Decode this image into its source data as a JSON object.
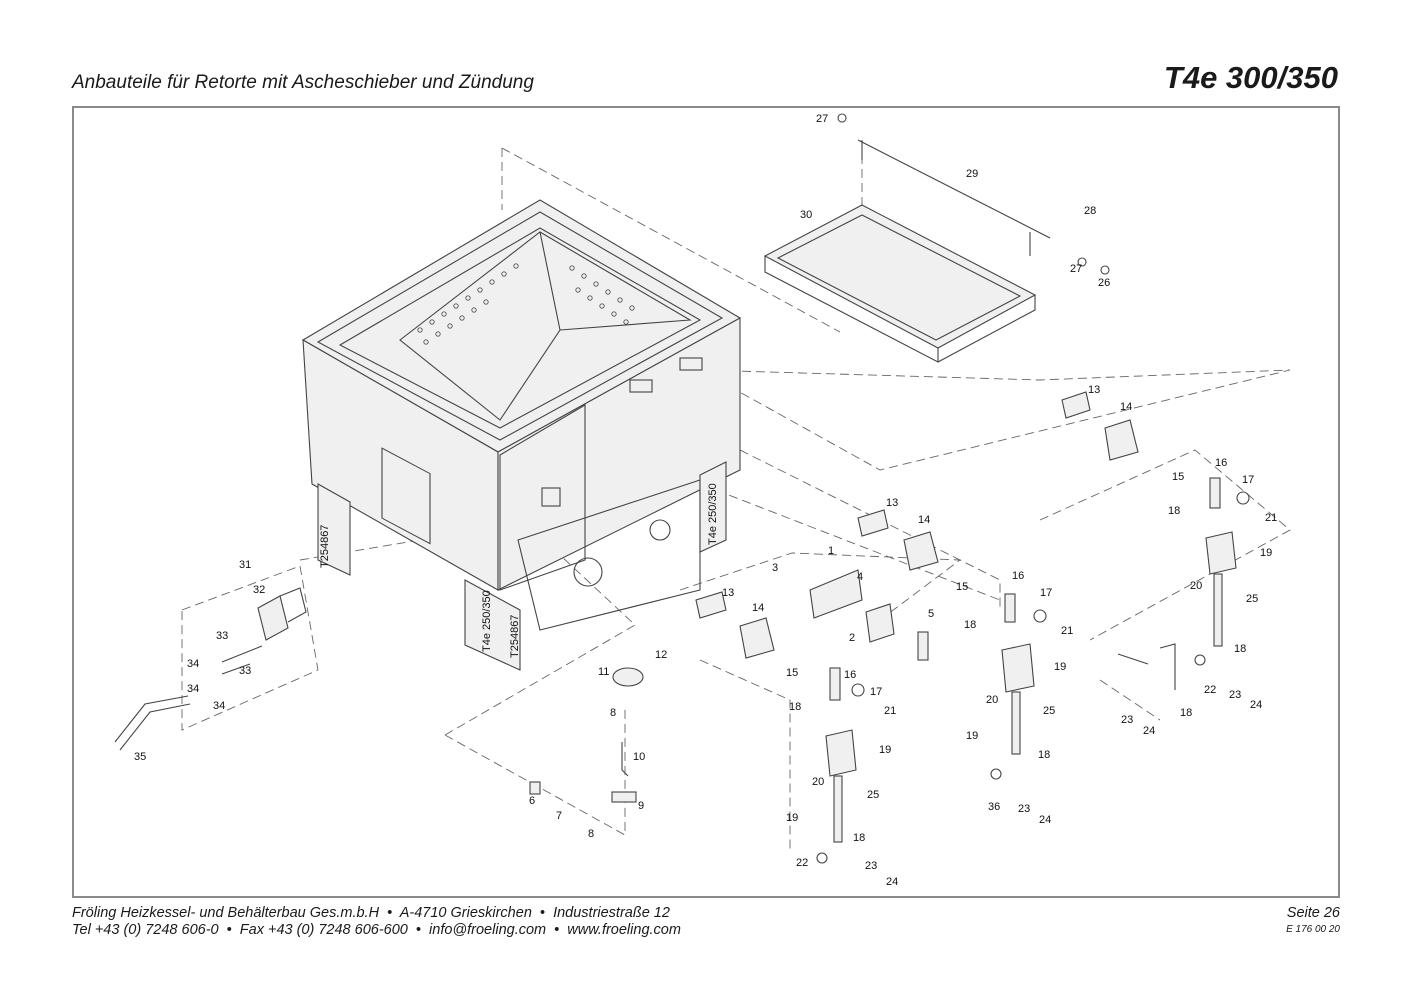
{
  "header": {
    "title": "Anbauteile für Retorte mit Ascheschieber und Zündung",
    "model": "T4e 300/350"
  },
  "footer": {
    "line1": "Fröling Heizkessel- und Behälterbau Ges.m.b.H  •  A-4710 Grieskirchen  •  Industriestraße 12",
    "line2": "Tel +43 (0) 7248 606-0  •  Fax +43 (0) 7248 606-600  •  info@froeling.com  •  www.froeling.com",
    "page": "Seite 26",
    "doc_code": "E 176 00 20"
  },
  "drawing": {
    "stamp_labels": [
      "T4e 250/350",
      "T254867"
    ],
    "callouts": [
      "27",
      "29",
      "30",
      "28",
      "27",
      "26",
      "13",
      "14",
      "15",
      "16",
      "17",
      "18",
      "21",
      "19",
      "20",
      "25",
      "13",
      "14",
      "15",
      "16",
      "17",
      "18",
      "21",
      "19",
      "20",
      "25",
      "18",
      "22",
      "23",
      "24",
      "23",
      "24",
      "18",
      "1",
      "3",
      "4",
      "2",
      "5",
      "13",
      "14",
      "15",
      "16",
      "17",
      "18",
      "21",
      "19",
      "20",
      "25",
      "19",
      "18",
      "22",
      "23",
      "24",
      "19",
      "18",
      "36",
      "23",
      "24",
      "11",
      "12",
      "8",
      "10",
      "6",
      "7",
      "9",
      "8",
      "31",
      "32",
      "33",
      "34",
      "33",
      "34",
      "34",
      "35"
    ]
  }
}
